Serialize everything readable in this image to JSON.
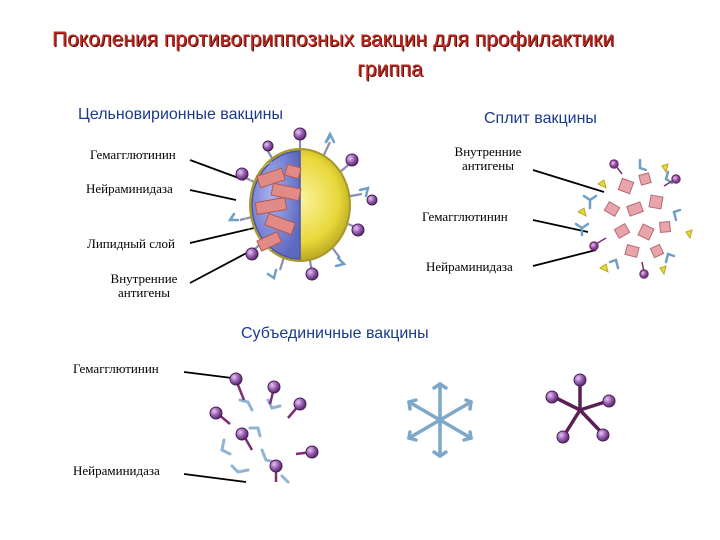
{
  "title": {
    "line1": "Поколения противогриппозных вакцин для профилактики",
    "line2": "гриппа"
  },
  "whole_virion": {
    "heading": "Цельновирионные вакцины",
    "labels": {
      "hemagglutinin": "Гемагглютинин",
      "neuraminidase": "Нейраминидаза",
      "lipid_layer": "Липидный слой",
      "internal_antigens_1": "Внутренние",
      "internal_antigens_2": "антигены"
    }
  },
  "split": {
    "heading": "Сплит вакцины",
    "labels": {
      "internal_antigens_1": "Внутренние",
      "internal_antigens_2": "антигены",
      "hemagglutinin": "Гемагглютинин",
      "neuraminidase": "Нейраминидаза"
    }
  },
  "subunit": {
    "heading": "Субъединичные вакцины",
    "labels": {
      "hemagglutinin": "Гемагглютинин",
      "neuraminidase": "Нейраминидаза"
    }
  },
  "colors": {
    "title": "#c0281e",
    "heading": "#1a3a8c",
    "envelope": "#e8d83a",
    "core": "#7a86d8",
    "rna": "#e28a86",
    "neuraminidase": "#7b2e73",
    "hemagglutinin": "#6f9fc4"
  }
}
